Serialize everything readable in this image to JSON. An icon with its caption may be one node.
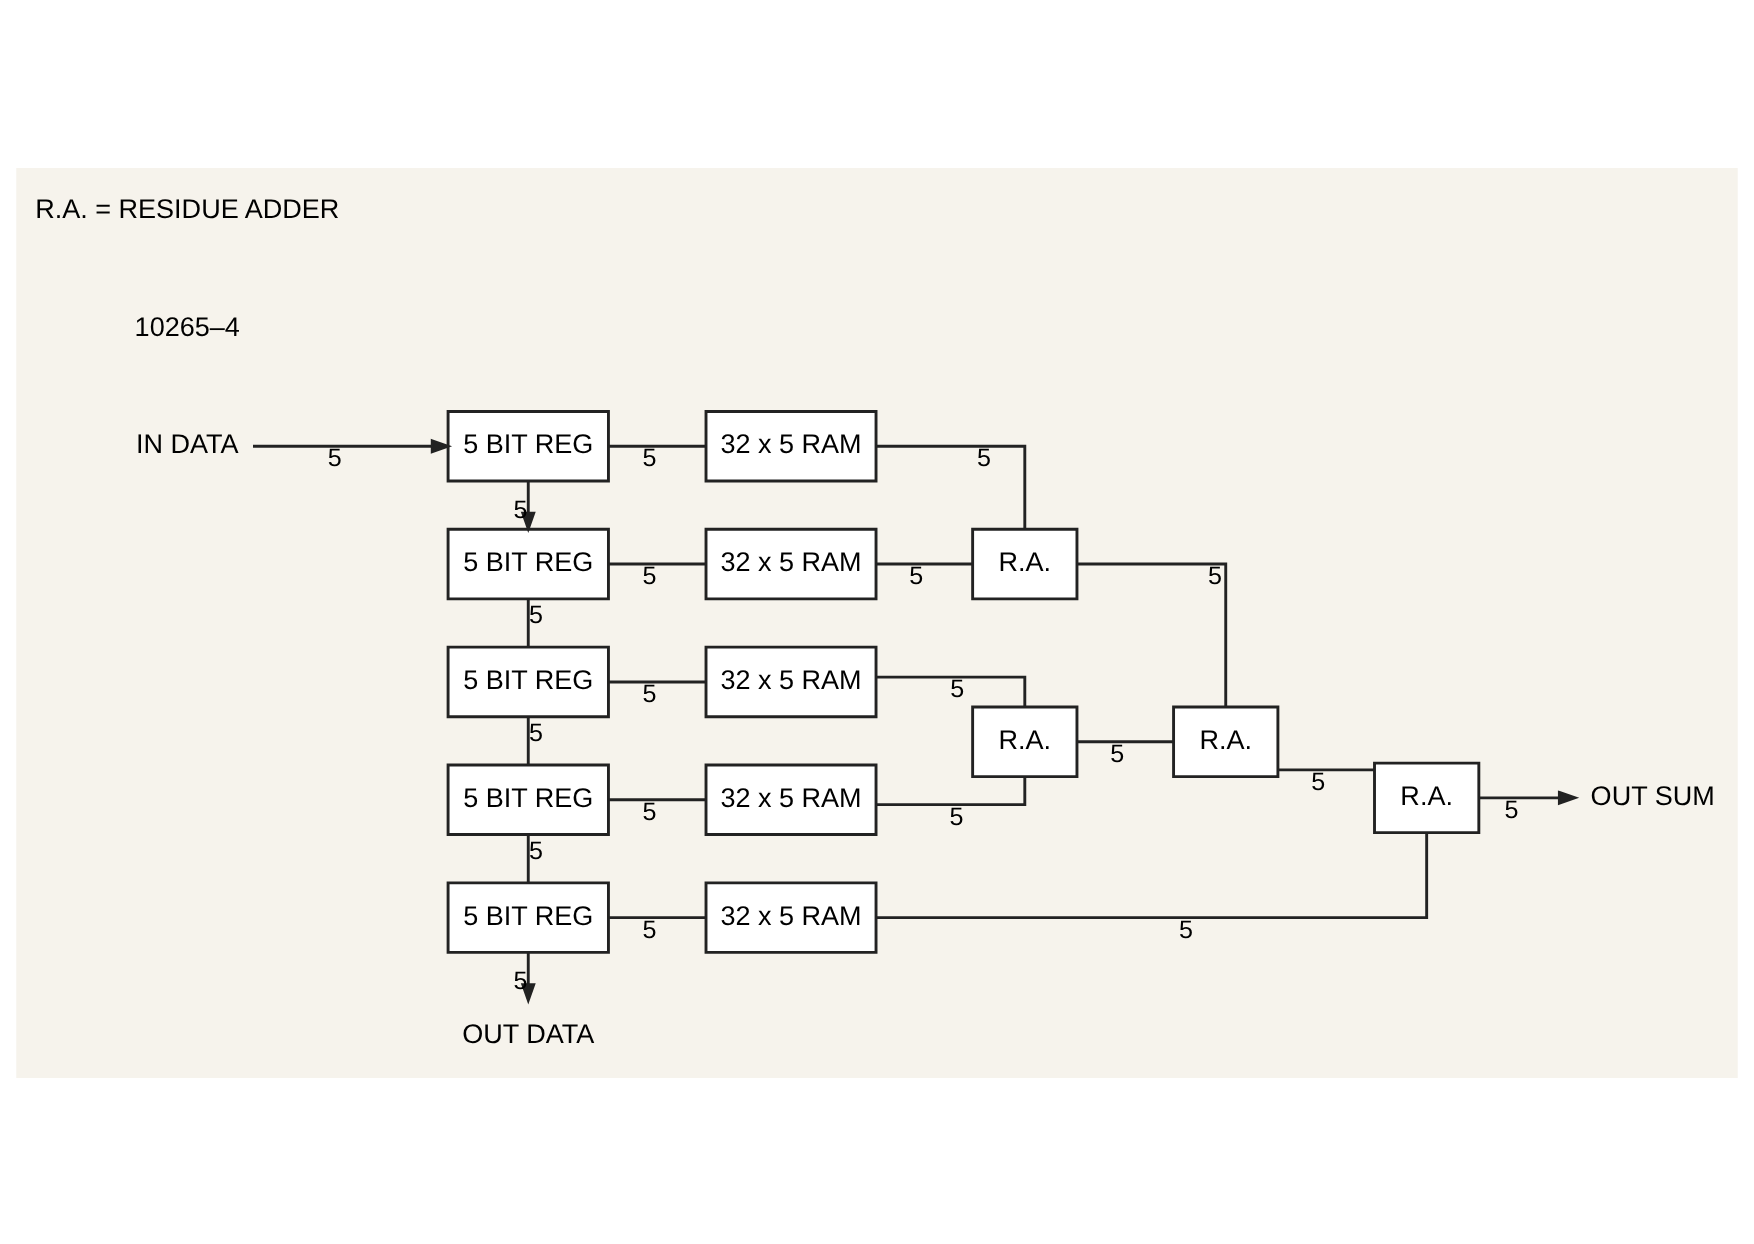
{
  "diagram": {
    "nodes": [
      {
        "text": [
          "IN DATA"
        ]
      },
      {
        "text": [
          "5 BIT REG"
        ]
      },
      {
        "text": [
          "32 x 5 RAM"
        ]
      },
      {
        "text": [
          "5 BIT REG"
        ]
      },
      {
        "text": [
          "32 x 5 RAM"
        ]
      },
      {
        "text": [
          "5 BIT REG"
        ]
      },
      {
        "text": [
          "32 x 5 RAM"
        ]
      },
      {
        "text": [
          "5 BIT REG"
        ]
      },
      {
        "text": [
          "32 x 5 RAM"
        ]
      },
      {
        "text": [
          "5 BIT REG"
        ]
      },
      {
        "text": [
          "32 x 5 RAM"
        ]
      },
      {
        "text": [
          "R.A."
        ]
      },
      {
        "text": [
          "R.A."
        ]
      },
      {
        "text": [
          "R.A."
        ]
      },
      {
        "text": [
          "R.A."
        ]
      },
      {
        "text": [
          "OUT SUM"
        ]
      },
      {
        "text": [
          "OUT DATA"
        ]
      }
    ],
    "edges": [
      {
        "from": 0,
        "to": 1,
        "arrow": "to",
        "label": "5"
      },
      {
        "from": 1,
        "to": 2,
        "arrow": "none",
        "label": "5"
      },
      {
        "from": 1,
        "to": 3,
        "arrow": "to",
        "label": "5"
      },
      {
        "from": 3,
        "to": 4,
        "arrow": "none",
        "label": "5"
      },
      {
        "from": 3,
        "to": 5,
        "arrow": "none",
        "label": "5"
      },
      {
        "from": 5,
        "to": 6,
        "arrow": "none",
        "label": "5"
      },
      {
        "from": 5,
        "to": 7,
        "arrow": "none",
        "label": "5"
      },
      {
        "from": 7,
        "to": 8,
        "arrow": "none",
        "label": "5"
      },
      {
        "from": 7,
        "to": 9,
        "arrow": "none",
        "label": "5"
      },
      {
        "from": 9,
        "to": 10,
        "arrow": "none",
        "label": "5"
      },
      {
        "from": 9,
        "to": 16,
        "arrow": "to",
        "label": "5"
      },
      {
        "from": 2,
        "to": 11,
        "arrow": "none",
        "label": "5"
      },
      {
        "from": 4,
        "to": 11,
        "arrow": "none",
        "label": "5"
      },
      {
        "from": 6,
        "to": 12,
        "arrow": "none",
        "label": "5"
      },
      {
        "from": 8,
        "to": 12,
        "arrow": "none",
        "label": "5"
      },
      {
        "from": 11,
        "to": 13,
        "arrow": "none",
        "label": "5"
      },
      {
        "from": 12,
        "to": 13,
        "arrow": "none",
        "label": "5"
      },
      {
        "from": 13,
        "to": 14,
        "arrow": "none",
        "label": "5"
      },
      {
        "from": 10,
        "to": 14,
        "arrow": "none",
        "label": "5"
      },
      {
        "from": 14,
        "to": 15,
        "arrow": "to",
        "label": "5"
      }
    ],
    "labels": [
      "10265–4",
      "R.A. = RESIDUE ADDER"
    ]
  }
}
